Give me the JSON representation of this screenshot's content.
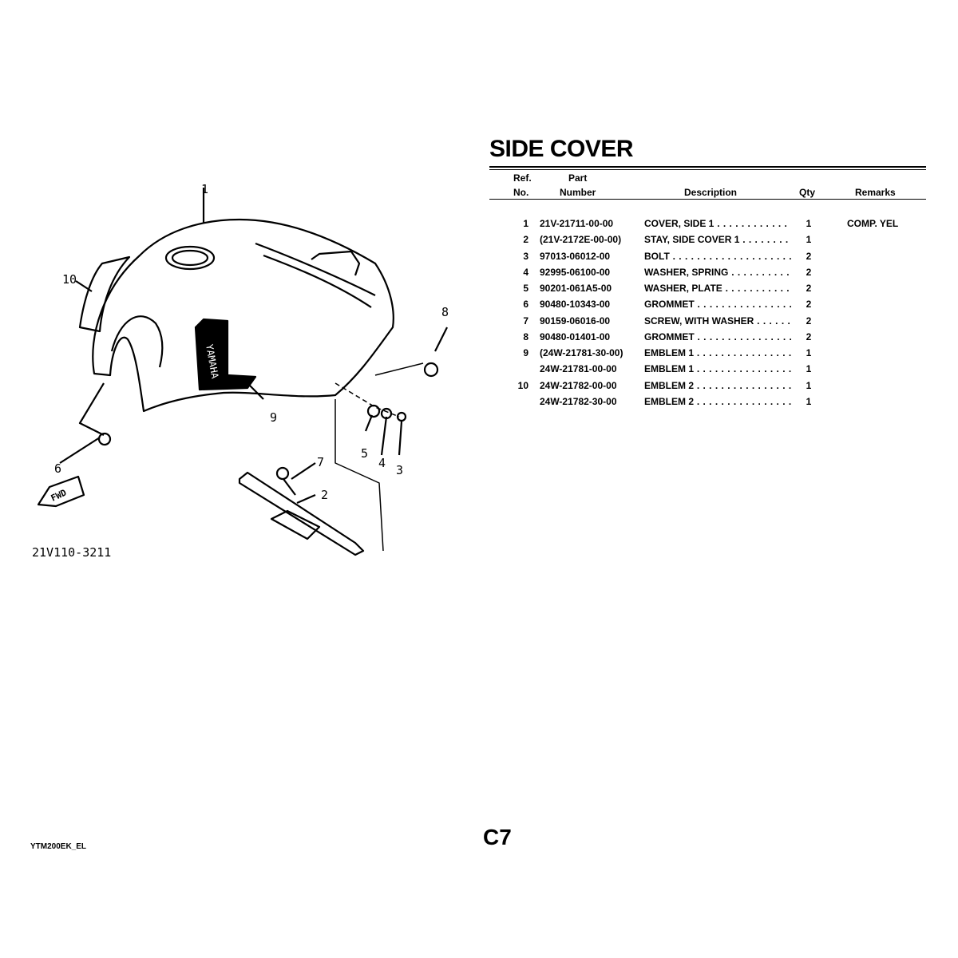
{
  "title": "SIDE COVER",
  "table": {
    "headers": {
      "ref_top": "Ref.",
      "ref_bottom": "No.",
      "part_top": "Part",
      "part_bottom": "Number",
      "description": "Description",
      "qty": "Qty",
      "remarks": "Remarks"
    },
    "rows": [
      {
        "ref": "1",
        "part": "21V-21711-00-00",
        "desc": "COVER, SIDE 1",
        "qty": "1",
        "remarks": "COMP. YEL"
      },
      {
        "ref": "2",
        "part": "(21V-2172E-00-00)",
        "desc": "STAY, SIDE COVER 1",
        "qty": "1",
        "remarks": ""
      },
      {
        "ref": "3",
        "part": "97013-06012-00",
        "desc": "BOLT",
        "qty": "2",
        "remarks": ""
      },
      {
        "ref": "4",
        "part": "92995-06100-00",
        "desc": "WASHER, SPRING",
        "qty": "2",
        "remarks": ""
      },
      {
        "ref": "5",
        "part": "90201-061A5-00",
        "desc": "WASHER, PLATE",
        "qty": "2",
        "remarks": ""
      },
      {
        "ref": "6",
        "part": "90480-10343-00",
        "desc": "GROMMET",
        "qty": "2",
        "remarks": ""
      },
      {
        "ref": "7",
        "part": "90159-06016-00",
        "desc": "SCREW, WITH WASHER",
        "qty": "2",
        "remarks": ""
      },
      {
        "ref": "8",
        "part": "90480-01401-00",
        "desc": "GROMMET",
        "qty": "2",
        "remarks": ""
      },
      {
        "ref": "9",
        "part": "(24W-21781-30-00)",
        "desc": "EMBLEM 1",
        "qty": "1",
        "remarks": ""
      },
      {
        "ref": "",
        "part": "24W-21781-00-00",
        "desc": "EMBLEM 1",
        "qty": "1",
        "remarks": ""
      },
      {
        "ref": "10",
        "part": "24W-21782-00-00",
        "desc": "EMBLEM 2",
        "qty": "1",
        "remarks": ""
      },
      {
        "ref": "",
        "part": "24W-21782-30-00",
        "desc": "EMBLEM 2",
        "qty": "1",
        "remarks": ""
      }
    ]
  },
  "diagram": {
    "callouts": [
      "1",
      "10",
      "8",
      "9",
      "6",
      "5",
      "4",
      "3",
      "7",
      "2"
    ],
    "drawing_code": "21V110-3211",
    "fwd_label": "FWD",
    "emblem_text": "YAMAHA"
  },
  "footer": {
    "doc_code": "YTM200EK_EL",
    "page": "C7"
  }
}
